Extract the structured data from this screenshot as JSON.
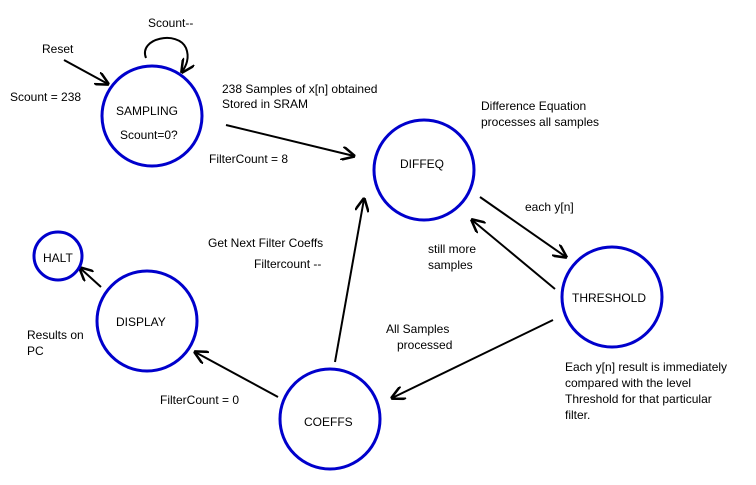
{
  "colors": {
    "state_stroke": "#0000cc",
    "arrow": "#000000",
    "background": "#ffffff",
    "text": "#000000"
  },
  "states": {
    "sampling": {
      "name": "SAMPLING",
      "condition": "Scount=0?"
    },
    "diffeq": {
      "name": "DIFFEQ"
    },
    "threshold": {
      "name": "THRESHOLD"
    },
    "coeffs": {
      "name": "COEFFS"
    },
    "display": {
      "name": "DISPLAY"
    },
    "halt": {
      "name": "HALT"
    }
  },
  "labels": {
    "reset": "Reset",
    "scount_decrement": "Scount--",
    "scount_init": "Scount = 238",
    "samples_obtained_line1": "238 Samples of x[n] obtained",
    "samples_obtained_line2": "Stored in SRAM",
    "filtercount_init": "FilterCount = 8",
    "diffeq_desc_line1": "Difference Equation",
    "diffeq_desc_line2": "processes all samples",
    "each_yn": "each y[n]",
    "still_more_line1": "still more",
    "still_more_line2": "samples",
    "next_coeffs_line1": "Get Next Filter Coeffs",
    "next_coeffs_line2": "Filtercount --",
    "all_processed_line1": "All Samples",
    "all_processed_line2": "processed",
    "threshold_note_line1": "Each y[n] result is immediately",
    "threshold_note_line2": "compared with the level",
    "threshold_note_line3": "Threshold for that particular",
    "threshold_note_line4": "filter.",
    "filtercount_zero": "FilterCount = 0",
    "results_line1": "Results on",
    "results_line2": "PC"
  }
}
